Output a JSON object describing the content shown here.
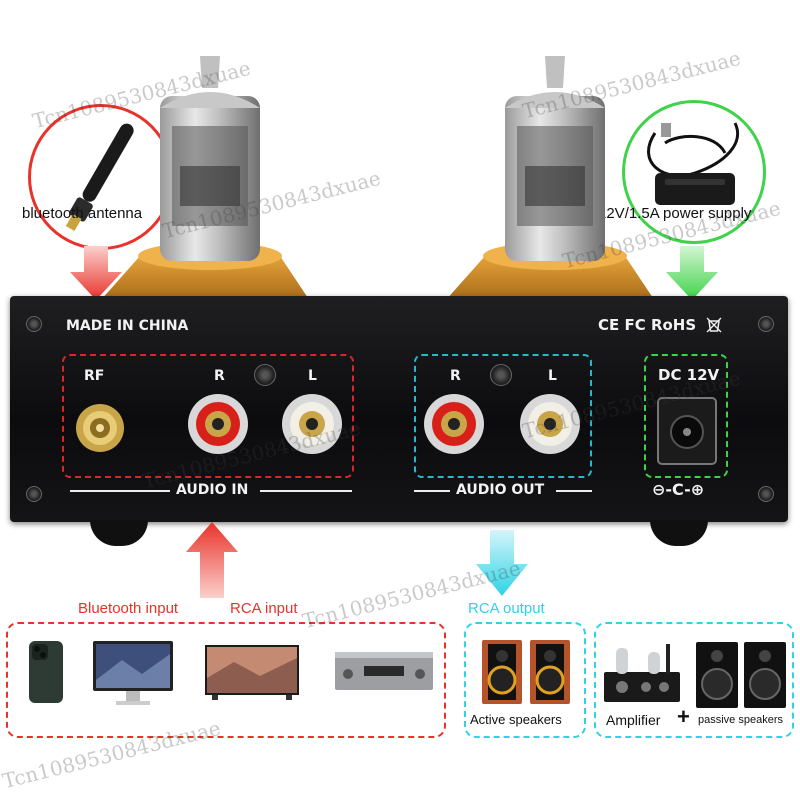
{
  "callouts": {
    "antenna_label": "bluetooth antenna",
    "power_label": "12V/1.5A power supply"
  },
  "panel": {
    "made_in": "MADE IN CHINA",
    "cert_marks": "CE FC RoHS",
    "rf": "RF",
    "in_r": "R",
    "in_l": "L",
    "out_r": "R",
    "out_l": "L",
    "audio_in": "AUDIO  IN",
    "audio_out": "AUDIO OUT",
    "dc": "DC 12V",
    "polarity": "⊖-C-⊕"
  },
  "inputs": {
    "bluetooth_input": "Bluetooth input",
    "rca_input": "RCA input"
  },
  "outputs": {
    "rca_output": "RCA output",
    "active_speakers": "Active speakers",
    "amplifier": "Amplifier",
    "plus": "+",
    "passive_speakers": "passive speakers"
  },
  "watermark": "Tcn1089530843dxuae",
  "colors": {
    "red": "#e8322a",
    "green": "#3fd24a",
    "cyan": "#2fd3e6",
    "in_box": "#d8262a",
    "out_box": "#2bb7c6",
    "dc_box": "#3ed24a",
    "copper": "#d89a2c"
  }
}
